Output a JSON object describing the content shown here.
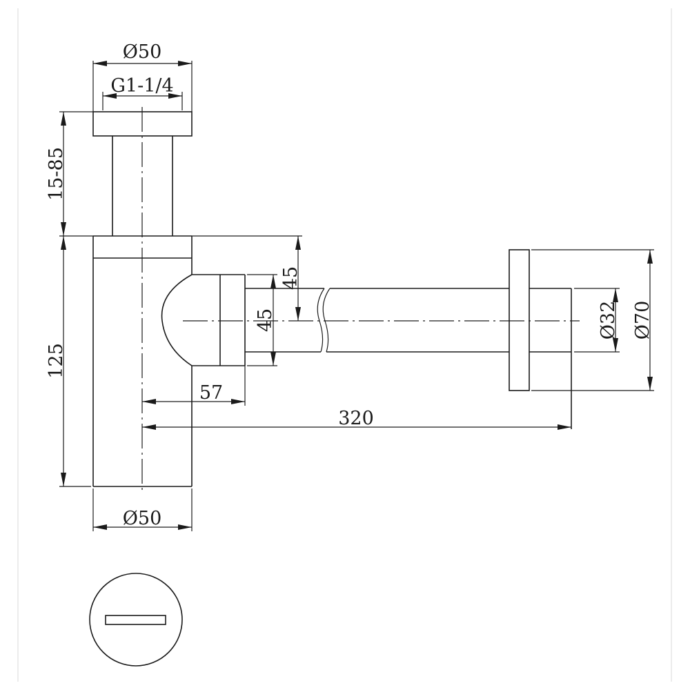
{
  "drawing": {
    "subject": "Bottle trap (siphon) technical drawing",
    "line_color": "#1a1a1a",
    "background": "#ffffff"
  },
  "dimensions": {
    "top_cap_diameter": "Ø50",
    "thread": "G1-1/4",
    "stem_height": "15-85",
    "body_height": "125",
    "outlet_offset_vertical": "45",
    "outlet_socket_height": "45",
    "outlet_projection": "57",
    "total_length": "320",
    "body_diameter": "Ø50",
    "pipe_diameter": "Ø32",
    "flange_diameter": "Ø70"
  },
  "views": {
    "front_view": "side elevation",
    "bottom_view": "top plug view (circle with slot)"
  }
}
